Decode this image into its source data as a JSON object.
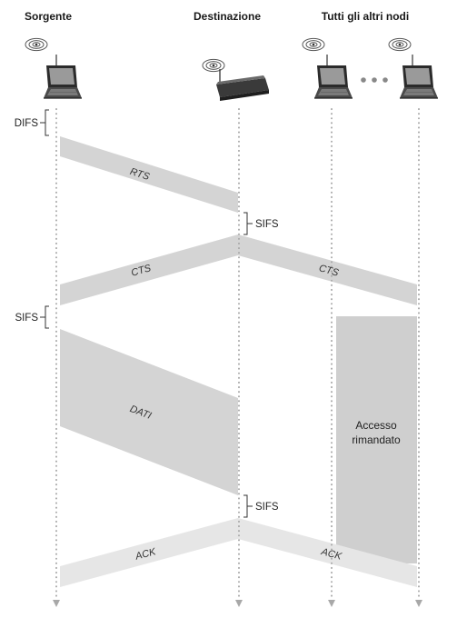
{
  "headers": {
    "source": "Sorgente",
    "destination": "Destinazione",
    "others": "Tutti gli altri nodi"
  },
  "intervals": {
    "difs": "DIFS",
    "sifs_1": "SIFS",
    "sifs_2": "SIFS",
    "sifs_3": "SIFS"
  },
  "messages": {
    "rts": "RTS",
    "cts_to_source": "CTS",
    "cts_to_others": "CTS",
    "data": "DATI",
    "ack_to_source": "ACK",
    "ack_to_others": "ACK"
  },
  "deferred_access": {
    "line1": "Accesso",
    "line2": "rimandato"
  },
  "icons": {
    "source": "laptop-icon",
    "destination": "access-point-icon",
    "others": [
      "laptop-icon",
      "laptop-icon"
    ],
    "ellipsis": "ellipsis-icon"
  },
  "colors": {
    "frame": "#d4d4d4",
    "ack_frame": "#e6e6e6",
    "deferred": "#cfcfcf",
    "timeline": "#a8a8a8"
  }
}
